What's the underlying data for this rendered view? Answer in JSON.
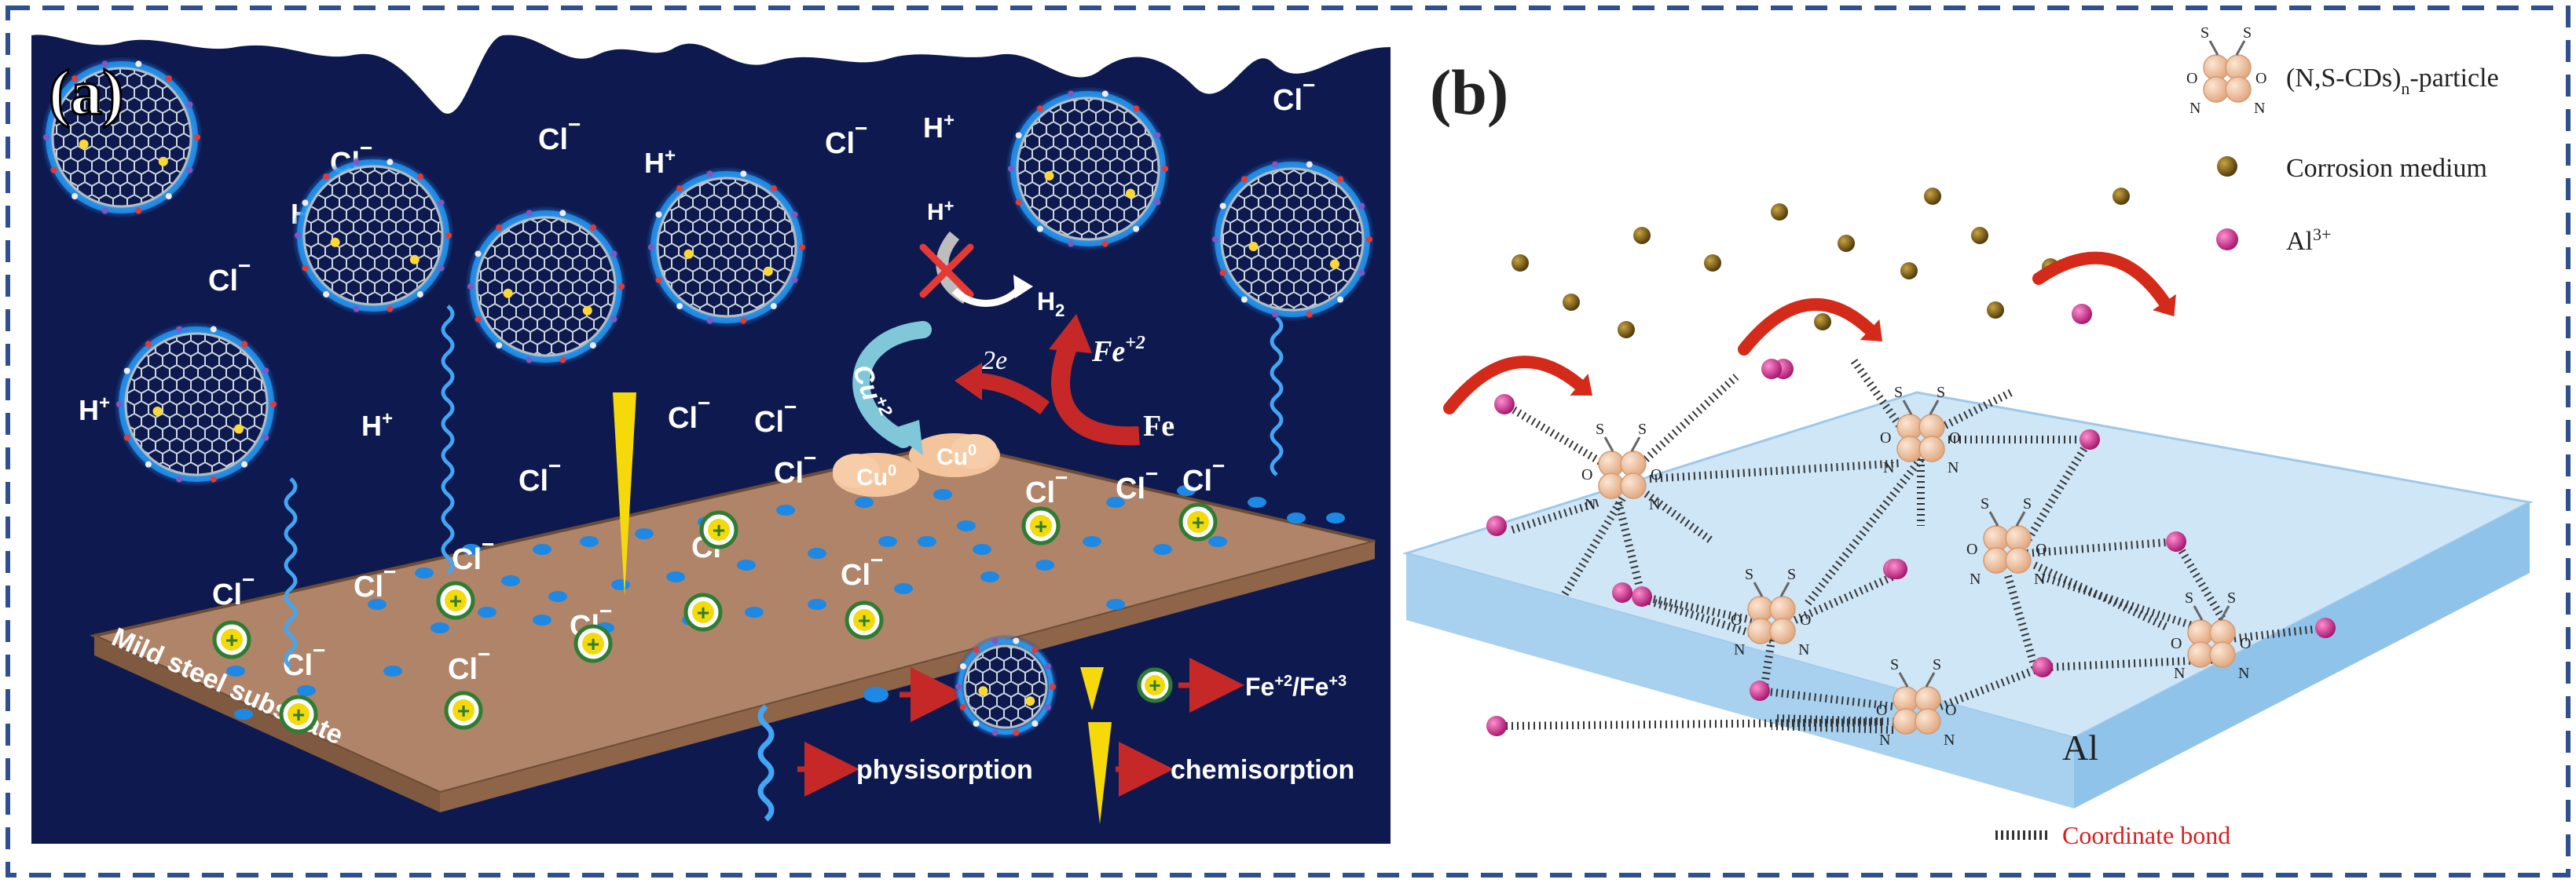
{
  "panel_a": {
    "label": "(a)",
    "ions": {
      "cl": "Cl",
      "minus": "−",
      "h": "H",
      "plus": "+"
    },
    "reaction": {
      "h_plus": "H",
      "h2": "H",
      "h2_sub": "2",
      "two_e": "2e",
      "fe2": "Fe",
      "fe2_sup": "+2",
      "fe": "Fe",
      "cu2": "Cu",
      "cu2_sup": "+2",
      "cu0": "Cu",
      "cu0_sup": "0"
    },
    "substrate_label": "Mild steel substrate",
    "legend": {
      "fe_ions": "Fe",
      "fe_ions_sup1": "+2",
      "fe_ions_mid": "/Fe",
      "fe_ions_sup2": "+3",
      "physisorption": "physisorption",
      "chemisorption": "chemisorption"
    },
    "colors": {
      "background": "#0e1a4f",
      "substrate": "#b08468",
      "dot": "#1e88e5",
      "arrow": "#c62828",
      "spike": "#f5d90a"
    }
  },
  "panel_b": {
    "label": "(b)",
    "legend": {
      "particle": "(N,S-CDs)",
      "particle_sub": "n",
      "particle_suffix": "-particle",
      "medium": "Corrosion medium",
      "al_ion": "Al",
      "al_ion_sup": "3+"
    },
    "atom_labels": {
      "s": "S",
      "o": "O",
      "n": "N"
    },
    "slab_label": "Al",
    "bond_label": "Coordinate bond",
    "colors": {
      "slab_top": "#cfe6f7",
      "slab_side": "#8fc3ea",
      "medium": "#7a5a12",
      "al_ion": "#cc1f8a",
      "particle": "#f2c7a4",
      "bond_label": "#d62020",
      "arrow": "#d42a1a"
    }
  }
}
